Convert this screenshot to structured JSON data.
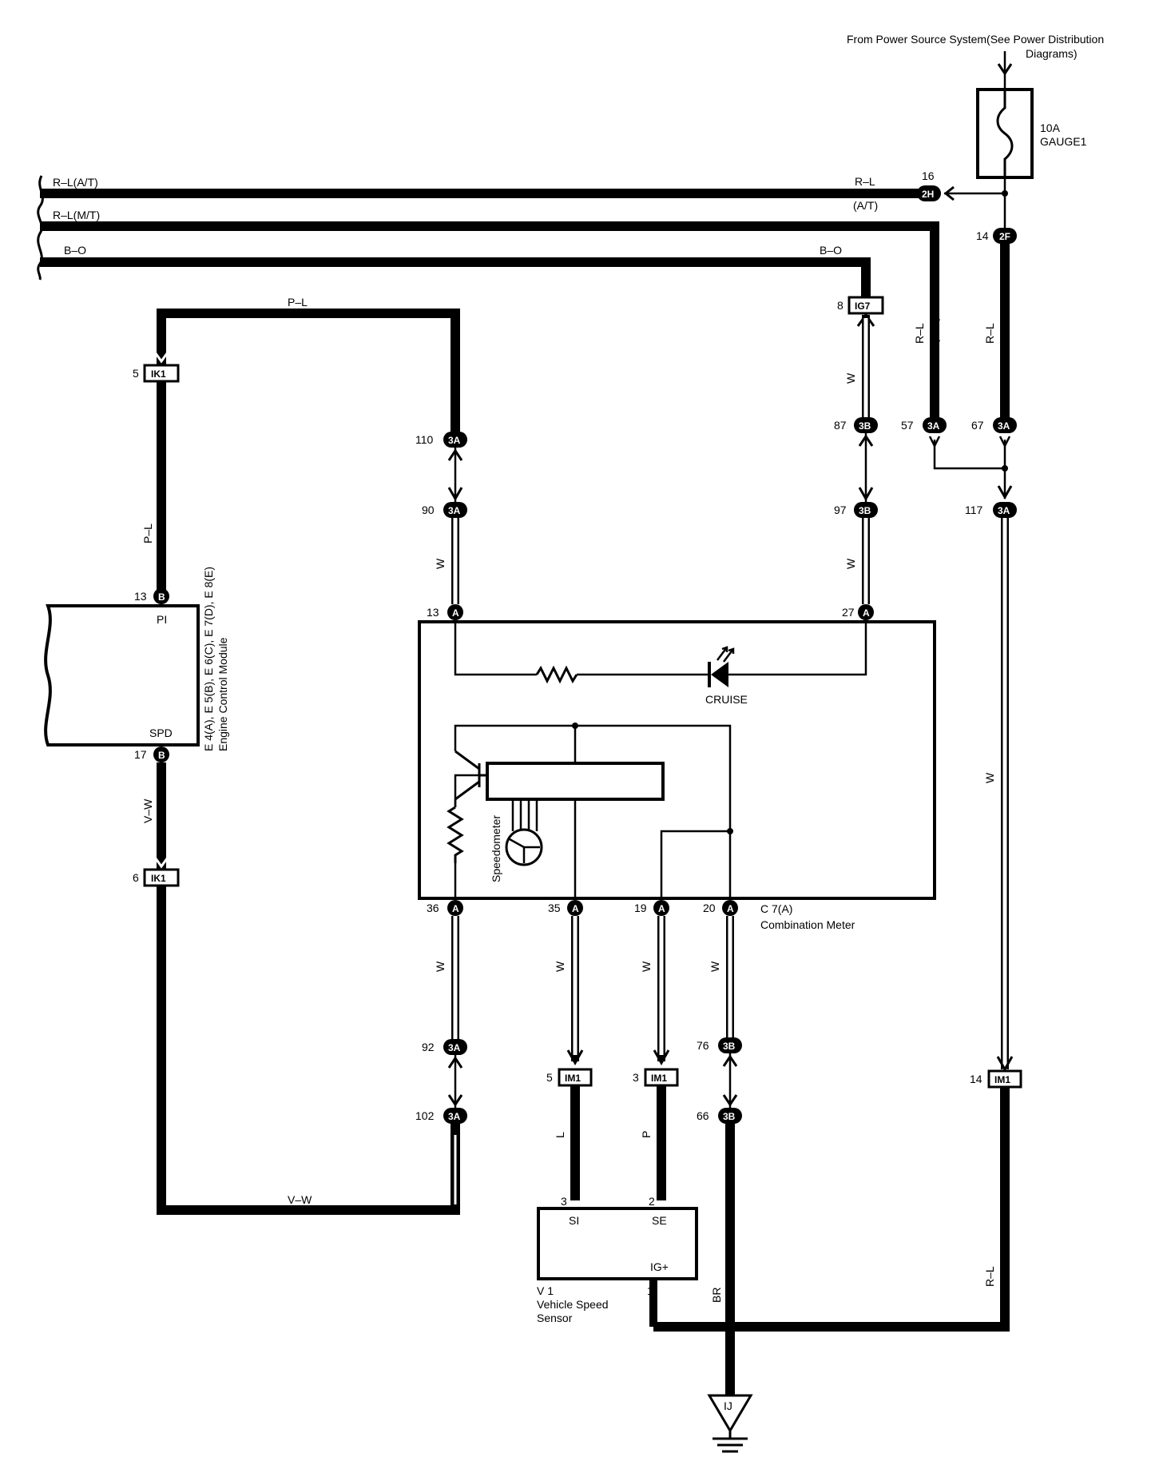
{
  "power": {
    "source_line1": "From Power Source System(See Power Distribution",
    "source_line2": "Diagrams)"
  },
  "fuse": {
    "rating": "10A",
    "name": "GAUGE1"
  },
  "wires": {
    "rl_at": "R–L(A/T)",
    "rl_mt": "R–L(M/T)",
    "bo": "B–O",
    "rl": "R–L",
    "at": "(A/T)",
    "mt": "(M/T)",
    "bo_right": "B–O",
    "pl": "P–L",
    "w": "W",
    "vw": "V–W",
    "l": "L",
    "p": "P",
    "br": "BR"
  },
  "connectors": {
    "2H": "2H",
    "2F": "2F",
    "IG7": "IG7",
    "IK1": "IK1",
    "3A": "3A",
    "3B": "3B",
    "A": "A",
    "B": "B",
    "IM1": "IM1",
    "IJ": "IJ"
  },
  "pins": {
    "p16": "16",
    "p14": "14",
    "p8": "8",
    "p5": "5",
    "p110": "110",
    "p87": "87",
    "p57": "57",
    "p67": "67",
    "p90": "90",
    "p97": "97",
    "p117": "117",
    "p13": "13",
    "p27": "27",
    "p17": "17",
    "p6": "6",
    "p36": "36",
    "p35": "35",
    "p19": "19",
    "p20": "20",
    "p92": "92",
    "p76": "76",
    "p102": "102",
    "p66": "66",
    "p3": "3",
    "p2": "2",
    "p1": "1"
  },
  "ecm": {
    "pin_pi": "PI",
    "pin_spd": "SPD",
    "label_line1": "E 4(A), E 5(B), E 6(C), E 7(D), E 8(E)",
    "label_line2": "Engine Control Module"
  },
  "meter": {
    "cruise": "CRUISE",
    "speedometer": "Speedometer",
    "id": "C 7(A)",
    "name": "Combination Meter"
  },
  "sensor": {
    "pin_si": "SI",
    "pin_se": "SE",
    "pin_ig": "IG+",
    "id": "V 1",
    "name_line1": "Vehicle Speed",
    "name_line2": "Sensor"
  }
}
